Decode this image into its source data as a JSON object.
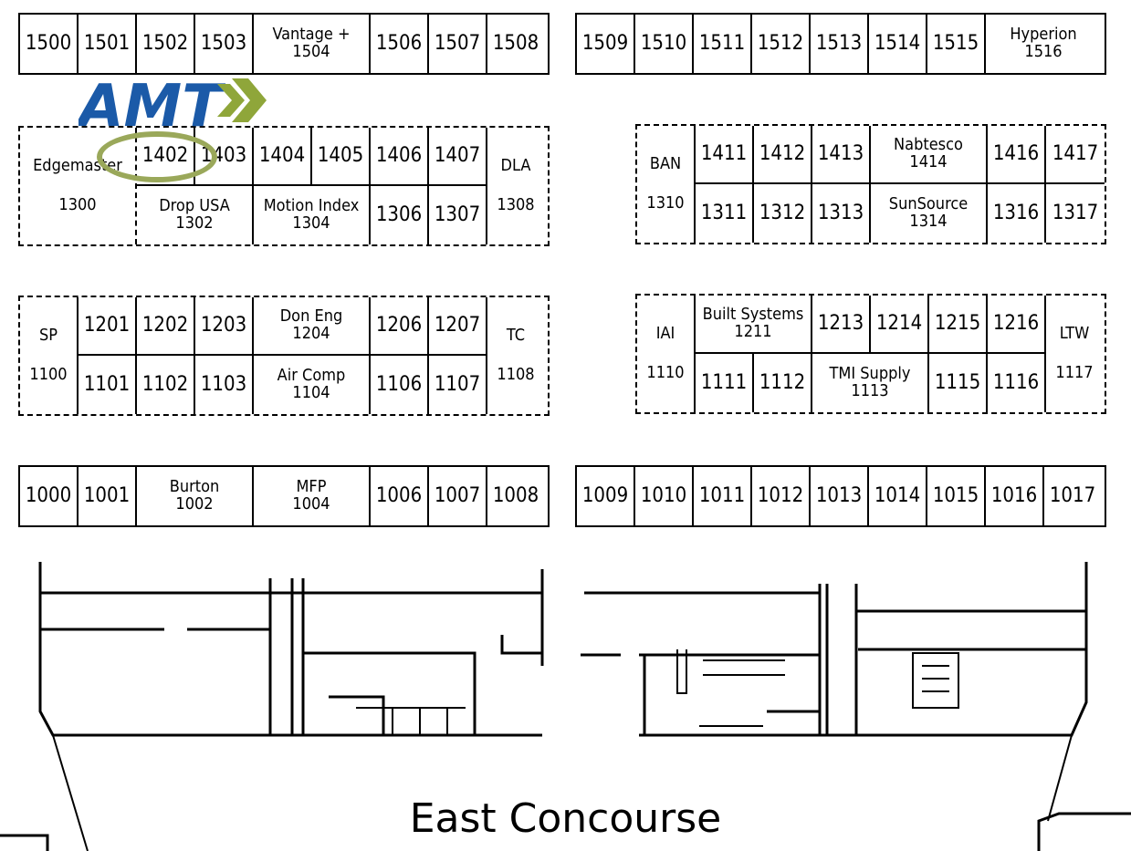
{
  "map": {
    "concourse_title": "East Concourse",
    "logo_text": "AMT",
    "highlighted_booth": "1402",
    "colors": {
      "logo_blue": "#1b5aa8",
      "logo_green": "#8fa63a",
      "highlight_ring": "#9aa85a"
    }
  },
  "rows": {
    "r1500_left": [
      "1500",
      "1501",
      "1502",
      "1503",
      "Vantage +\n1504",
      "1506",
      "1507",
      "1508"
    ],
    "r1500_right": [
      "1509",
      "1510",
      "1511",
      "1512",
      "1513",
      "1514",
      "1515",
      "Hyperion\n1516"
    ],
    "r1400_left_top": [
      "1402",
      "1403",
      "1404",
      "1405",
      "1406",
      "1407"
    ],
    "r1400_left_bottom": [
      "Drop USA\n1302",
      "Motion Index\n1304",
      "1306",
      "1307"
    ],
    "edgemaster": "Edgemaster",
    "edgemaster_num": "1300",
    "dla": "DLA",
    "dla_num": "1308",
    "r1400_right_top": [
      "1411",
      "1412",
      "1413",
      "Nabtesco\n1414",
      "1416",
      "1417"
    ],
    "r1400_right_bottom": [
      "1311",
      "1312",
      "1313",
      "SunSource\n1314",
      "1316",
      "1317"
    ],
    "ban": "BAN",
    "ban_num": "1310",
    "r1200_left_top": [
      "1201",
      "1202",
      "1203",
      "Don Eng\n1204",
      "1206",
      "1207"
    ],
    "r1200_left_bottom": [
      "1101",
      "1102",
      "1103",
      "Air Comp\n1104",
      "1106",
      "1107"
    ],
    "sp": "SP",
    "sp_num": "1100",
    "tc": "TC",
    "tc_num": "1108",
    "r1200_right_top": [
      "Built Systems\n1211",
      "1213",
      "1214",
      "1215",
      "1216"
    ],
    "r1200_right_bottom": [
      "1111",
      "1112",
      "TMI Supply\n1113",
      "1115",
      "1116"
    ],
    "iai": "IAI",
    "iai_num": "1110",
    "ltw": "LTW",
    "ltw_num": "1117",
    "r1000_left": [
      "1000",
      "1001",
      "Burton\n1002",
      "MFP\n1004",
      "1006",
      "1007",
      "1008"
    ],
    "r1000_right": [
      "1009",
      "1010",
      "1011",
      "1012",
      "1013",
      "1014",
      "1015",
      "1016",
      "1017"
    ]
  }
}
